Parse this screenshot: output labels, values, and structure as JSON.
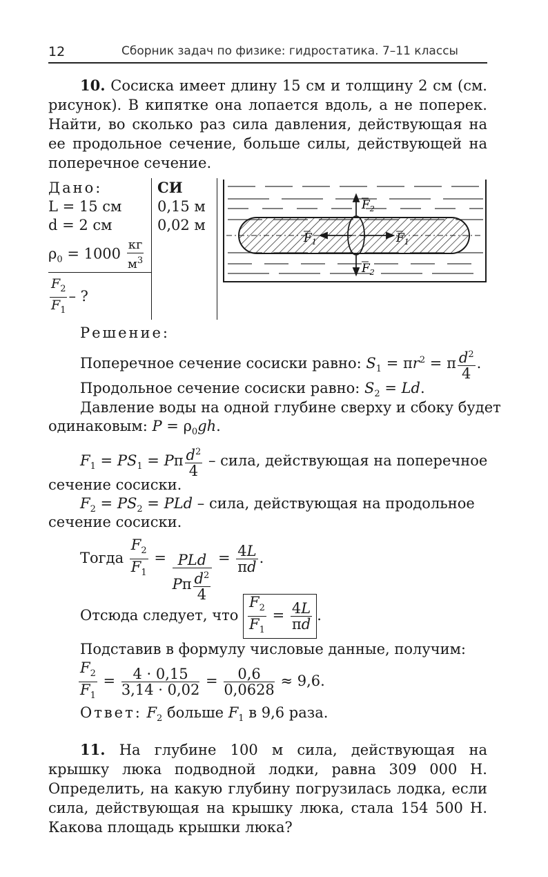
{
  "header": {
    "page_number": "12",
    "title": "Сборник задач по физике: гидростатика. 7–11 классы"
  },
  "problem10": {
    "number": "10.",
    "text": "Сосиска имеет длину 15 см и толщину 2 см (см. рисунок). В кипятке она лопается вдоль, а не поперек. Найти, во сколько раз сила давления, действующая на ее продольное сечение, больше силы, действующей на поперечное сечение."
  },
  "given": {
    "heading": "Дано:",
    "si_heading": "СИ",
    "L": "L = 15 см",
    "d": "d = 2 см",
    "rho_left": "ρ",
    "rho_sub": "0",
    "rho_eq": " = 1000 ",
    "rho_unit_top": "кг",
    "rho_unit_bottom": "м",
    "rho_unit_exp": "3",
    "L_si": "0,15 м",
    "d_si": "0,02 м",
    "find": "– ?"
  },
  "figure": {
    "label_F2_top": "F",
    "label_F1_left": "F",
    "label_F1_right": "F",
    "label_F2_bottom": "F",
    "sub_1": "1",
    "sub_2": "2"
  },
  "solution": {
    "heading": "Решение:",
    "line1": "Поперечное сечение сосиски равно: ",
    "line2": "Продольное сечение сосиски равно: ",
    "line3a": "Давление воды на одной глубине сверху и сбоку будет",
    "line3b": "одинаковым: ",
    "line4_text": " – сила, действующая на поперечное",
    "line4b": "сечение сосиски.",
    "line5_text": " – сила, действующая на продольное",
    "line5b": "сечение сосиски.",
    "then": "Тогда ",
    "hence": "Отсюда следует, что ",
    "substitute": "Подставив в формулу числовые данные, получим:",
    "num_top": "4 · 0,15",
    "num_bottom": "3,14 · 0,02",
    "mid_top": "0,6",
    "mid_bottom": "0,0628",
    "approx": " ≈ 9,6.",
    "answer_label": "Ответ:",
    "answer_text_a": " больше ",
    "answer_text_b": " в 9,6 раза."
  },
  "problem11": {
    "number": "11.",
    "text": "На глубине 100 м сила, действующая на крышку люка подводной лодки, равна 309 000 Н. Определить, на какую глубину погрузилась лодка, если сила, действующая на крышку люка, стала 154 500 Н. Какова площадь крышки люка?"
  }
}
